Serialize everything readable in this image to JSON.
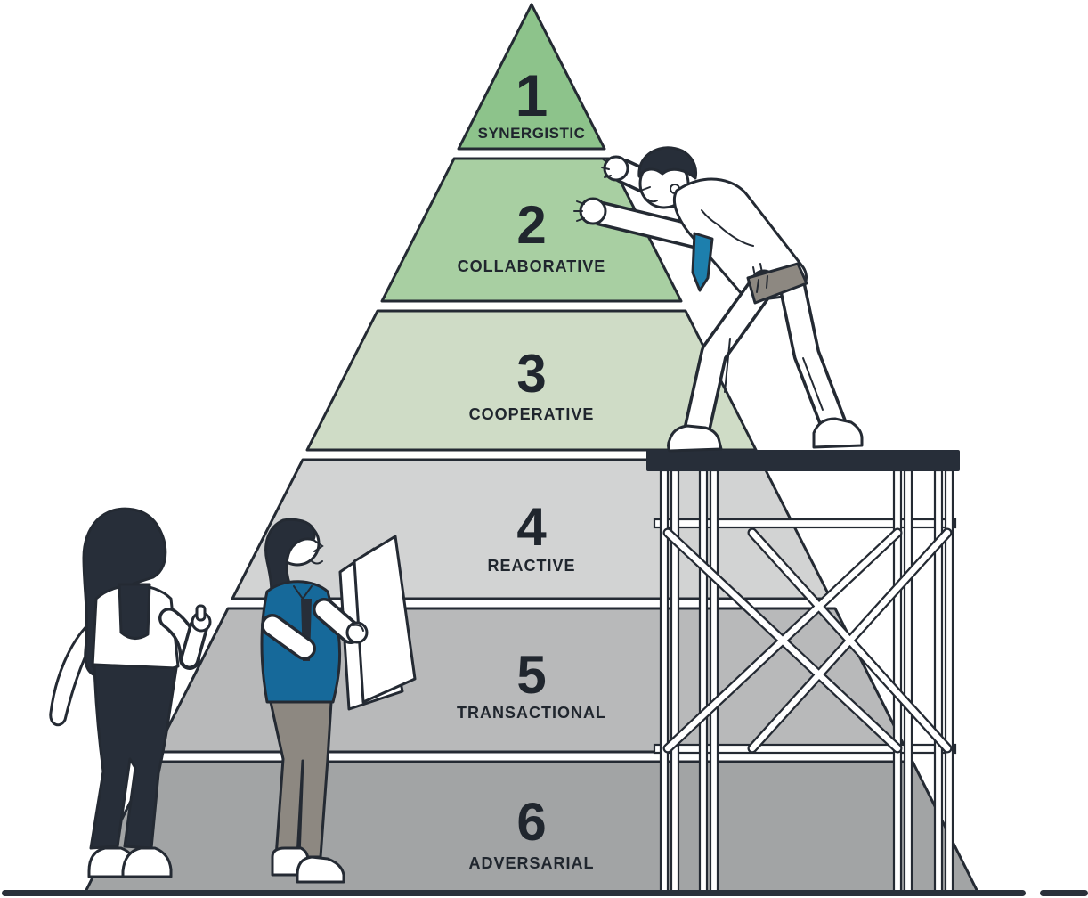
{
  "levels": [
    {
      "number": "1",
      "label": "SYNERGISTIC",
      "color": "#8dc38b"
    },
    {
      "number": "2",
      "label": "COLLABORATIVE",
      "color": "#a8cfa2"
    },
    {
      "number": "3",
      "label": "COOPERATIVE",
      "color": "#cfdcc6"
    },
    {
      "number": "4",
      "label": "REACTIVE",
      "color": "#d2d3d3"
    },
    {
      "number": "5",
      "label": "TRANSACTIONAL",
      "color": "#b8b9ba"
    },
    {
      "number": "6",
      "label": "ADVERSARIAL",
      "color": "#a2a4a5"
    }
  ],
  "palette": {
    "outline": "#242a33",
    "ink": "#20262e",
    "dark": "#272e39",
    "tie_blue": "#1d7fad",
    "jacket_blue": "#16699a",
    "pants_gray": "#8d8881",
    "white": "#ffffff",
    "ground": "#2a303a"
  }
}
